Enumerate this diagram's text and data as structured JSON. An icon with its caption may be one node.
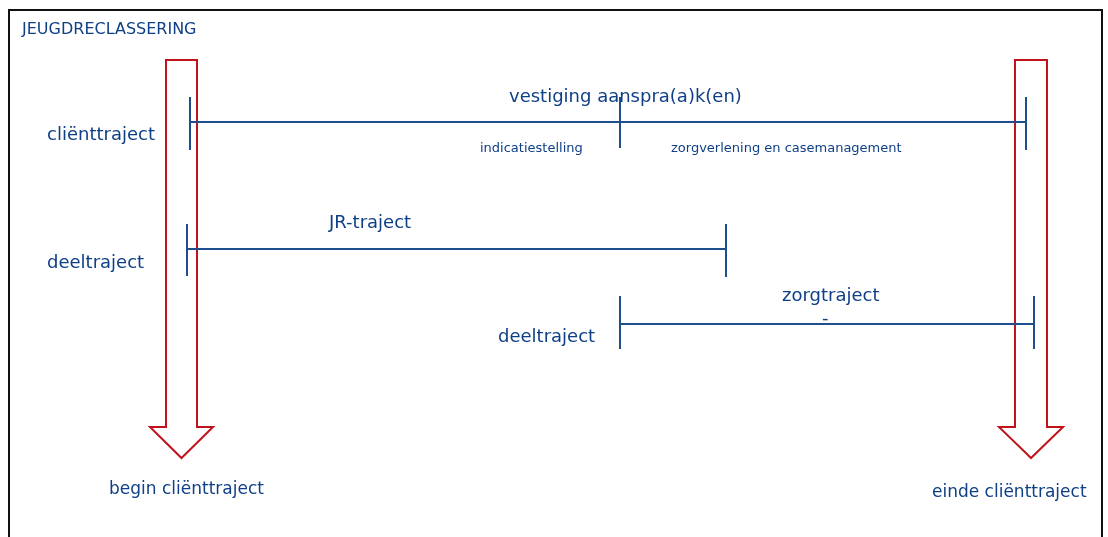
{
  "diagram": {
    "labels": [
      "JEUGDRECLASSERING",
      "vestiging aanspra(a)k(en)",
      "cliënttraject",
      "indicatiestelling",
      "zorgverlening en casemanagement",
      "JR-traject",
      "deeltraject",
      "zorgtraject",
      "-",
      "deeltraject",
      "begin cliënttraject",
      "einde cliënttraject"
    ]
  }
}
